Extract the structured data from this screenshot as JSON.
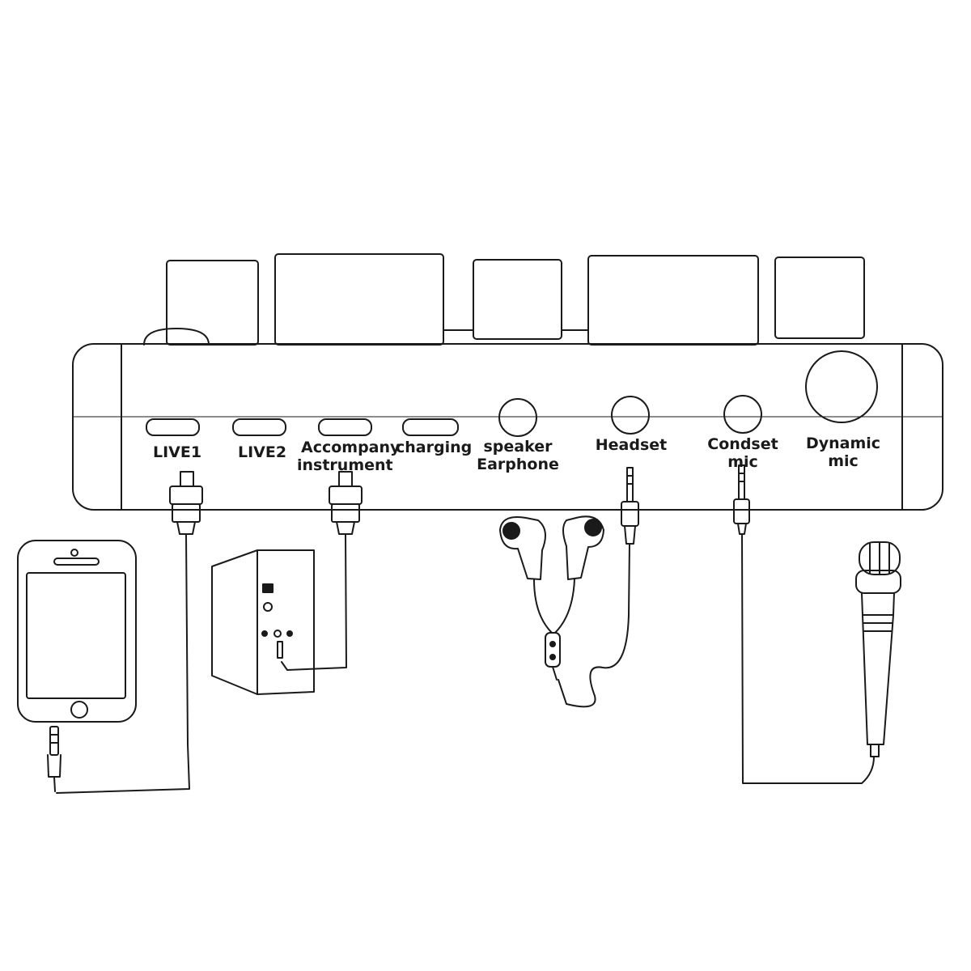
{
  "ports": {
    "live1": "LIVE1",
    "live2": "LIVE2",
    "accompany_1": "Accompany",
    "accompany_2": "instrument",
    "charging": "charging",
    "speaker_1": "speaker",
    "speaker_2": "Earphone",
    "headset": "Headset",
    "condset_1": "Condset",
    "condset_2": "mic",
    "dynamic_1": "Dynamic",
    "dynamic_2": "mic"
  },
  "devices": [
    "smartphone-icon",
    "speaker-box-icon",
    "earphones-icon",
    "microphone-icon",
    "sound-card-icon"
  ],
  "colors": {
    "line": "#1a1a1a",
    "background": "#ffffff"
  }
}
